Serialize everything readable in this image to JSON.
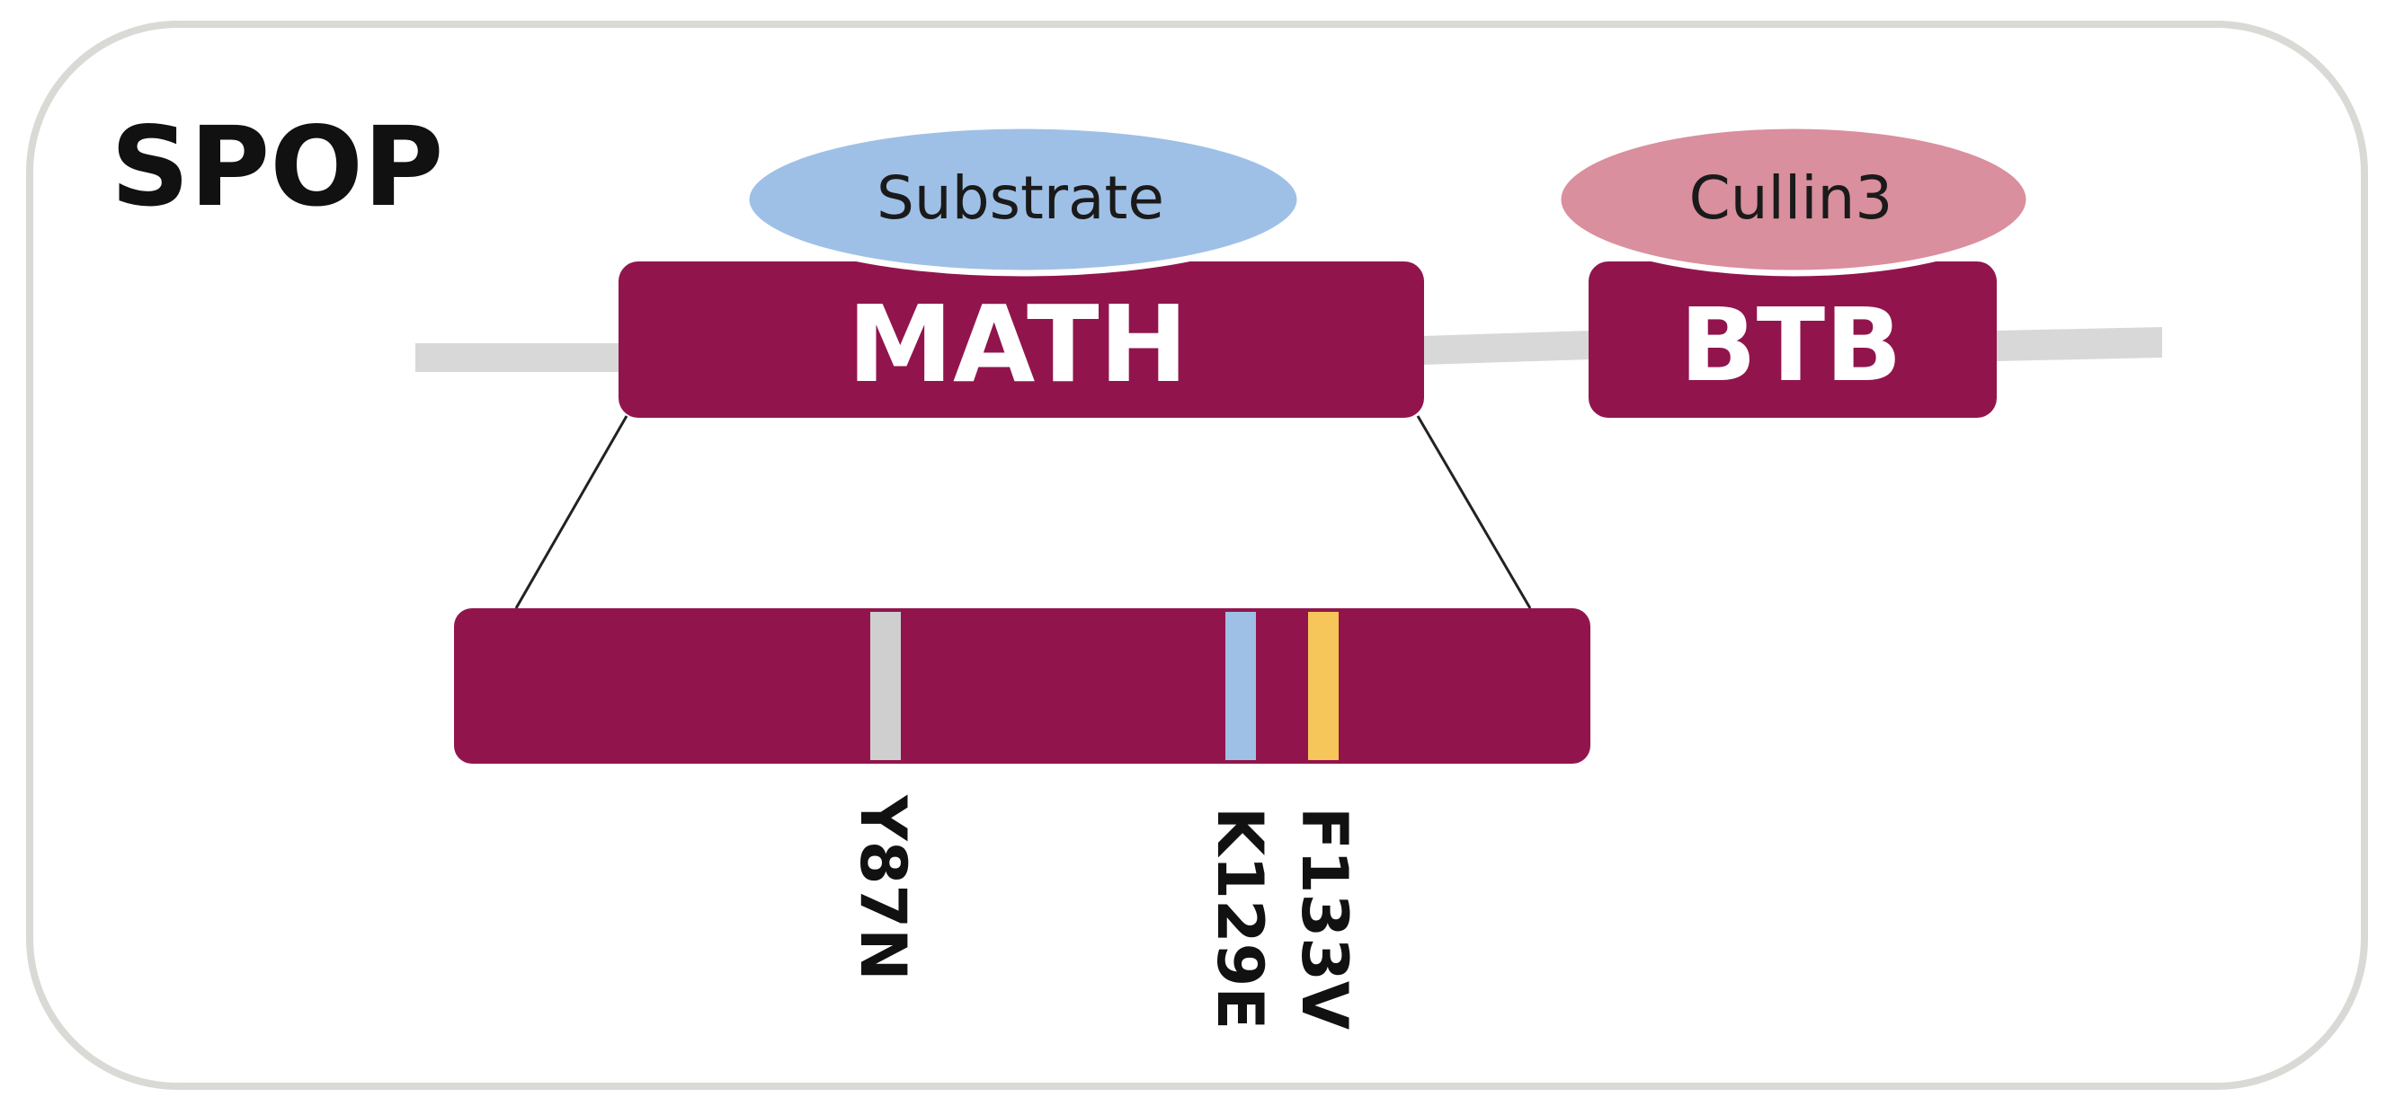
{
  "title": "SPOP",
  "domains": {
    "math": {
      "label": "MATH",
      "color": "#91154c"
    },
    "btb": {
      "label": "BTB",
      "color": "#91154c"
    }
  },
  "partners": {
    "substrate": {
      "label": "Substrate",
      "color": "#9fc0e6"
    },
    "cullin": {
      "label": "Cullin3",
      "color": "#d98f9d"
    }
  },
  "backbone_color": "#d8d8d8",
  "mutations": [
    {
      "label": "Y87N",
      "color": "#cfcfcf"
    },
    {
      "label": "K129E",
      "color": "#9fc0e6"
    },
    {
      "label": "F133V",
      "color": "#f7c65a"
    }
  ]
}
